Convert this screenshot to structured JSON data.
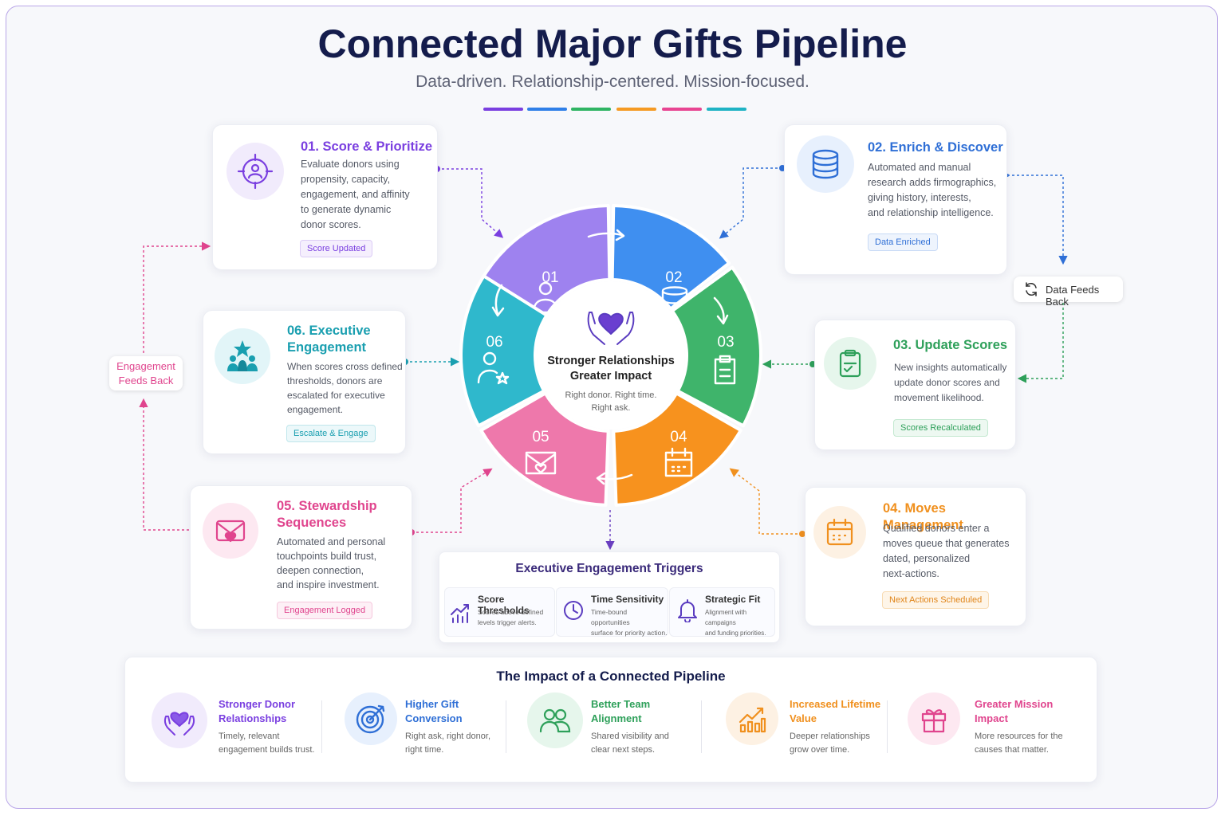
{
  "header": {
    "title": "Connected Major Gifts Pipeline",
    "subtitle": "Data-driven. Relationship-centered. Mission-focused."
  },
  "accent_colors": [
    "#7a3fe0",
    "#2f7fe8",
    "#2fb463",
    "#f59a23",
    "#e84592",
    "#1fb3c4"
  ],
  "center": {
    "title_line1": "Stronger Relationships",
    "title_line2": "Greater Impact",
    "tagline_line1": "Right donor. Right time.",
    "tagline_line2": "Right ask."
  },
  "wheel": {
    "segments": [
      {
        "num": "01",
        "color": "#9e82ef",
        "icon": "person-icon"
      },
      {
        "num": "02",
        "color": "#3f8ff0",
        "icon": "database-icon"
      },
      {
        "num": "03",
        "color": "#3fb46b",
        "icon": "clipboard-icon"
      },
      {
        "num": "04",
        "color": "#f7921e",
        "icon": "calendar-icon"
      },
      {
        "num": "05",
        "color": "#ee78ab",
        "icon": "envelope-heart-icon"
      },
      {
        "num": "06",
        "color": "#2fb8cc",
        "icon": "person-star-icon"
      }
    ]
  },
  "steps": {
    "s01": {
      "title": "01. Score & Prioritize",
      "desc": [
        "Evaluate donors using",
        "propensity, capacity,",
        "engagement, and affinity",
        "to generate dynamic",
        "donor scores."
      ],
      "badge": "Score Updated",
      "color": "#7a3fe0",
      "icon": "target-person-icon"
    },
    "s02": {
      "title": "02. Enrich & Discover",
      "desc": [
        "Automated and manual",
        "research adds firmographics,",
        "giving history, interests,",
        "and relationship intelligence."
      ],
      "badge": "Data Enriched",
      "color": "#2f6fd6",
      "icon": "database-icon"
    },
    "s03": {
      "title": "03. Update Scores",
      "desc": [
        "New insights automatically",
        "update donor scores and",
        "movement likelihood."
      ],
      "badge": "Scores Recalculated",
      "color": "#2ea05a",
      "icon": "clipboard-check-icon"
    },
    "s04": {
      "title": "04. Moves Management",
      "desc": [
        "Qualified donors enter a",
        "moves queue that generates",
        "dated, personalized",
        "next-actions."
      ],
      "badge": "Next Actions Scheduled",
      "color": "#f0901e",
      "icon": "calendar-icon"
    },
    "s05": {
      "title_line1": "05. Stewardship",
      "title_line2": "Sequences",
      "desc": [
        "Automated and personal",
        "touchpoints build trust,",
        "deepen connection,",
        "and inspire investment."
      ],
      "badge": "Engagement Logged",
      "color": "#e0458e",
      "icon": "envelope-heart-icon"
    },
    "s06": {
      "title_line1": "06. Executive",
      "title_line2": "Engagement",
      "desc": [
        "When scores cross defined",
        "thresholds, donors are",
        "escalated for executive",
        "engagement."
      ],
      "badge": "Escalate & Engage",
      "color": "#1a9fb0",
      "icon": "people-star-icon"
    }
  },
  "side": {
    "data_feeds_back": "Data Feeds Back",
    "engagement_line1": "Engagement",
    "engagement_line2": "Feeds Back"
  },
  "triggers": {
    "title": "Executive Engagement Triggers",
    "items": [
      {
        "title": "Score Thresholds",
        "desc": [
          "Scores above defined",
          "levels trigger alerts."
        ],
        "icon": "chart-up-icon"
      },
      {
        "title": "Time Sensitivity",
        "desc": [
          "Time-bound opportunities",
          "surface for priority action."
        ],
        "icon": "clock-icon"
      },
      {
        "title": "Strategic Fit",
        "desc": [
          "Alignment with campaigns",
          "and funding priorities."
        ],
        "icon": "bell-icon"
      }
    ]
  },
  "impact": {
    "title": "The Impact of a Connected Pipeline",
    "items": [
      {
        "title": [
          "Stronger Donor",
          "Relationships"
        ],
        "desc": [
          "Timely, relevant",
          "engagement builds trust."
        ],
        "color": "#7a3fe0",
        "icon": "hands-heart-icon"
      },
      {
        "title": [
          "Higher Gift",
          "Conversion"
        ],
        "desc": [
          "Right ask, right donor,",
          "right time."
        ],
        "color": "#2f6fd6",
        "icon": "target-icon"
      },
      {
        "title": [
          "Better Team",
          "Alignment"
        ],
        "desc": [
          "Shared visibility and",
          "clear next steps."
        ],
        "color": "#2ea05a",
        "icon": "team-icon"
      },
      {
        "title": [
          "Increased Lifetime",
          "Value"
        ],
        "desc": [
          "Deeper relationships",
          "grow over time."
        ],
        "color": "#f0901e",
        "icon": "growth-chart-icon"
      },
      {
        "title": [
          "Greater Mission",
          "Impact"
        ],
        "desc": [
          "More resources for the",
          "causes that matter."
        ],
        "color": "#e0458e",
        "icon": "gift-icon"
      }
    ]
  }
}
